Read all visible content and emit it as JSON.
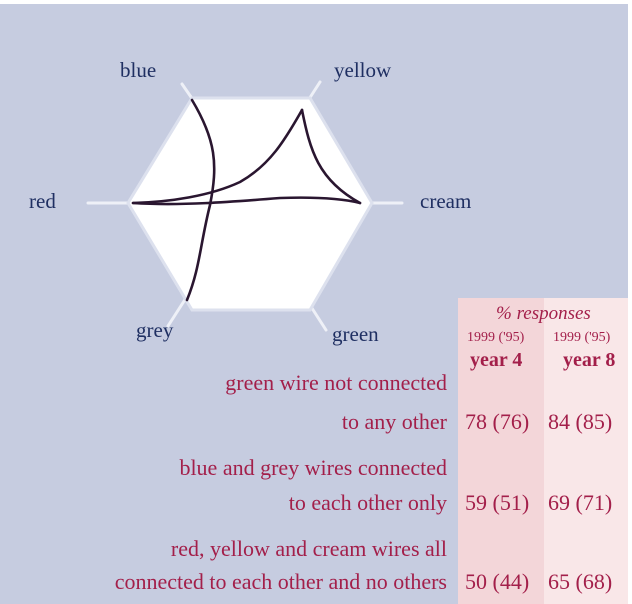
{
  "wires": {
    "blue": "blue",
    "yellow": "yellow",
    "red": "red",
    "cream": "cream",
    "grey": "grey",
    "green": "green"
  },
  "table": {
    "header": "% responses",
    "year4": {
      "period": "1999 ('95)",
      "label": "year 4"
    },
    "year8": {
      "period": "1999 ('95)",
      "label": "year 8"
    },
    "rows": [
      {
        "line1": "green wire not connected",
        "line2": "to any other",
        "year4": "78 (76)",
        "year8": "84 (85)"
      },
      {
        "line1": "blue and grey wires connected",
        "line2": "to each other only",
        "year4": "59 (51)",
        "year8": "69 (71)"
      },
      {
        "line1": "red, yellow and cream wires all",
        "line2": "connected to  each other and no others",
        "year4": "50 (44)",
        "year8": "65 (68)"
      }
    ]
  },
  "colors": {
    "panel": "#c6cce0",
    "label_text": "#1f2f62",
    "table_text": "#a31f4a",
    "table_bg": "#f3d6d9",
    "year8_bg": "#f9e7e8"
  }
}
